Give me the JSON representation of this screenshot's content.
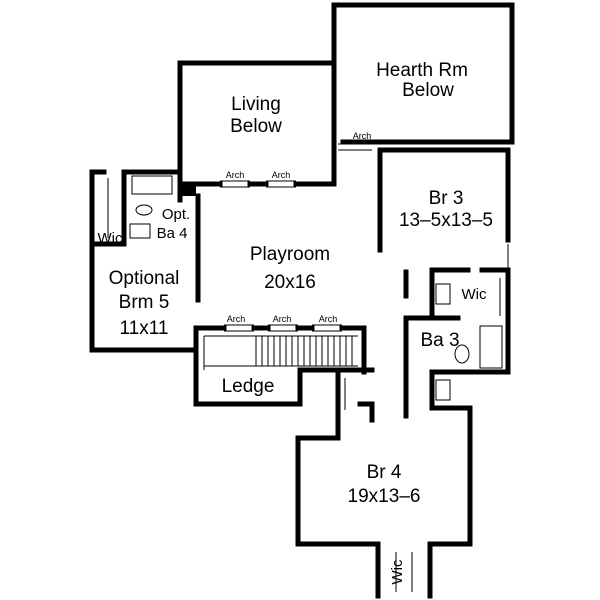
{
  "rooms": {
    "hearth": [
      "Hearth  Rm",
      "Below"
    ],
    "living": [
      "Living",
      "Below"
    ],
    "br3": [
      "Br 3",
      "13–5x13–5"
    ],
    "playroom": [
      "Playroom",
      "20x16"
    ],
    "optional": [
      "Optional",
      "Brm   5",
      "11x11"
    ],
    "optba": [
      "Opt.",
      "Ba   4"
    ],
    "ba3": "Ba   3",
    "ledge": "Ledge",
    "br4": [
      "Br 4",
      "19x13–6"
    ]
  },
  "small_labels": {
    "wic": "Wic",
    "arch": "Arch"
  }
}
